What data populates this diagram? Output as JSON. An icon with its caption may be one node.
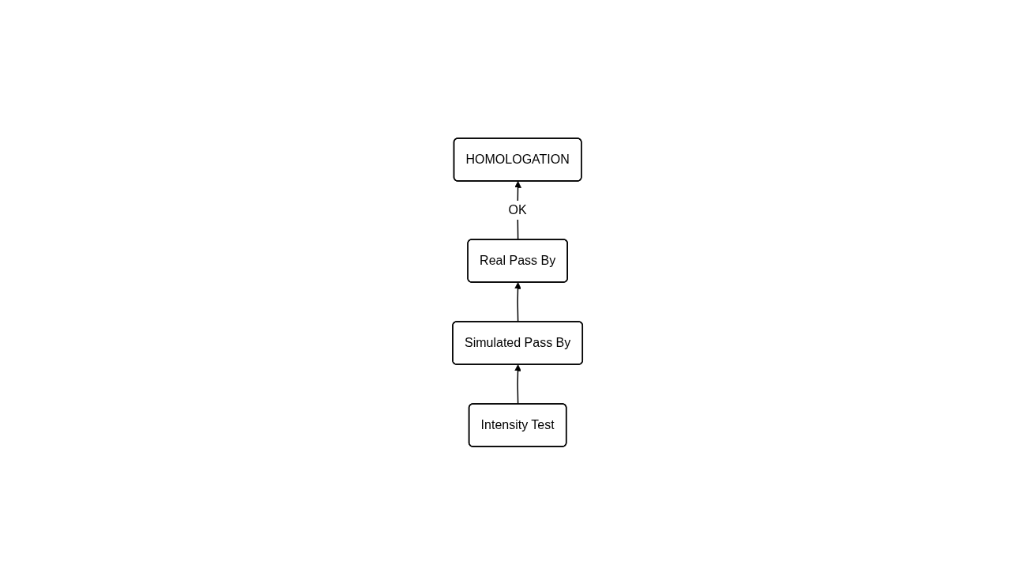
{
  "diagram": {
    "nodes": [
      {
        "text": [
          "Real Pass By"
        ]
      },
      {
        "text": [
          "HOMOLOGATION"
        ]
      },
      {
        "text": [
          "Simulated Pass By"
        ]
      },
      {
        "text": [
          "Intensity Test"
        ]
      }
    ],
    "edges": [
      {
        "from": 2,
        "to": 0,
        "arrow": "to"
      },
      {
        "from": 0,
        "to": 1,
        "label": "OK",
        "arrow": "to"
      },
      {
        "from": 3,
        "to": 2,
        "arrow": "to"
      }
    ]
  }
}
